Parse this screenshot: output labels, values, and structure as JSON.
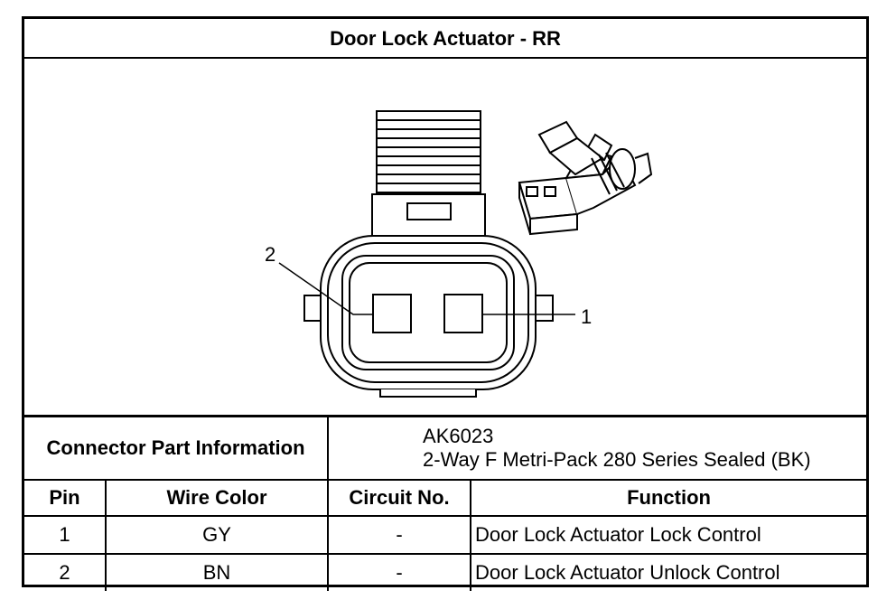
{
  "title": "Door Lock Actuator - RR",
  "diagram": {
    "callouts": [
      "2",
      "1"
    ]
  },
  "connector": {
    "label": "Connector Part Information",
    "part_number": "AK6023",
    "description": "2-Way F Metri-Pack 280 Series Sealed (BK)"
  },
  "table": {
    "headers": [
      "Pin",
      "Wire Color",
      "Circuit No.",
      "Function"
    ],
    "rows": [
      {
        "pin": "1",
        "color": "GY",
        "circuit": "-",
        "function": "Door Lock Actuator Lock Control"
      },
      {
        "pin": "2",
        "color": "BN",
        "circuit": "-",
        "function": "Door Lock Actuator Unlock Control"
      }
    ]
  }
}
